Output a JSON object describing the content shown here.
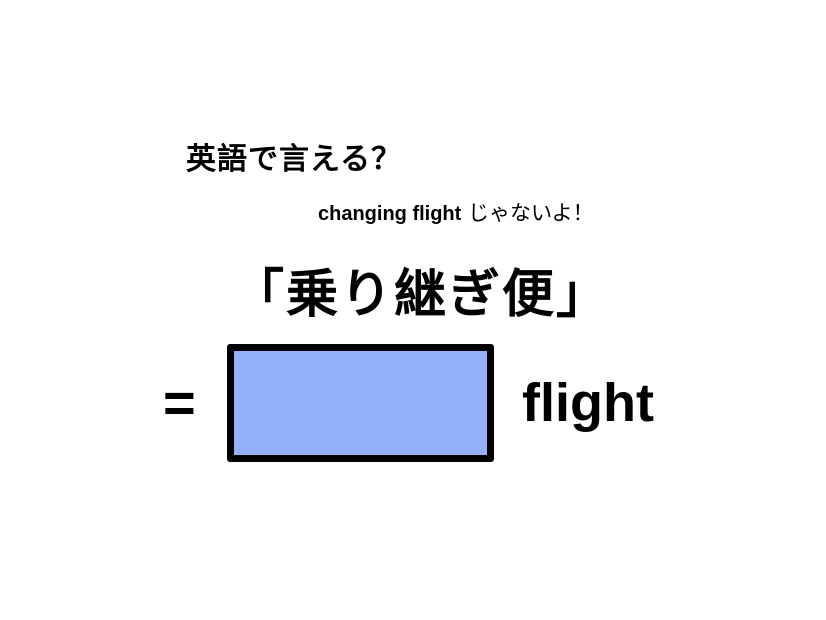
{
  "quiz": {
    "question": "英語で言える？",
    "hint_en": "changing flight",
    "hint_jp": " じゃないよ！",
    "term": "「乗り継ぎ便」",
    "equals": "=",
    "answer_box": {
      "fill_color": "#93b1fb",
      "border_color": "#000000",
      "value": ""
    },
    "suffix": "flight"
  }
}
